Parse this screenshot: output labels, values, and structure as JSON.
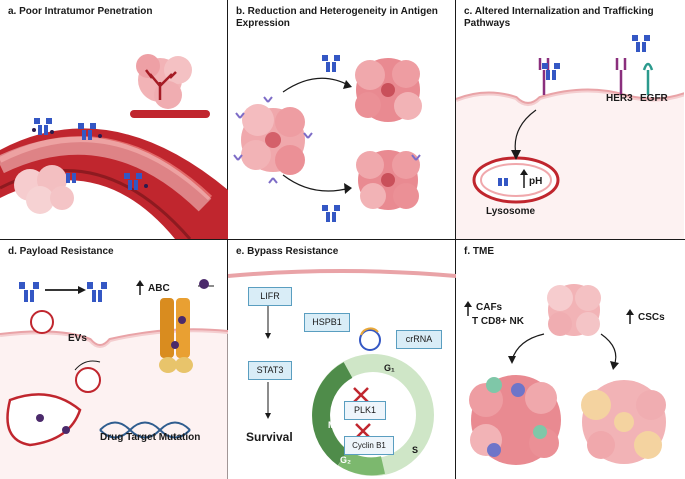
{
  "panels": {
    "a": {
      "title": "a. Poor Intratumor Penetration"
    },
    "b": {
      "title": "b. Reduction and Heterogeneity in Antigen Expression"
    },
    "c": {
      "title": "c. Altered Internalization and Trafficking Pathways",
      "labels": {
        "her3": "HER3",
        "egfr": "EGFR",
        "ph": "pH",
        "lysosome": "Lysosome"
      }
    },
    "d": {
      "title": "d. Payload Resistance",
      "labels": {
        "abc": "ABC",
        "evs": "EVs",
        "mutation": "Drug Target Mutation"
      }
    },
    "e": {
      "title": "e. Bypass Resistance",
      "labels": {
        "lifr": "LIFR",
        "stat3": "STAT3",
        "survival": "Survival",
        "hspb1": "HSPB1",
        "crrna": "crRNA",
        "plk1": "PLK1",
        "cyclin": "Cyclin B1",
        "g1": "G₁",
        "g2": "G₂",
        "m": "M",
        "s": "S"
      }
    },
    "f": {
      "title": "f. TME",
      "labels": {
        "cafs": "CAFs",
        "tcells": "T CD8+ NK",
        "cscs": "CSCs"
      }
    }
  },
  "colors": {
    "vessel": "#c0262e",
    "vessel_light": "#e26a6a",
    "tumor": "#e8838a",
    "tumor_light": "#f4b6b9",
    "box_fill": "#d9edf7",
    "box_border": "#5a9ec0",
    "cycle_dark": "#4f8c4a",
    "cycle_light": "#cfe6c7",
    "transporter": "#d98c1f",
    "antibody": "#4a5fb0",
    "payload": "#4b2a6b"
  },
  "icons": [
    "antibody-drug-conjugate-icon",
    "blood-vessel-icon",
    "tumor-cell-icon",
    "receptor-icon",
    "lysosome-icon",
    "dna-helix-icon",
    "abc-transporter-icon",
    "cell-cycle-icon",
    "cross-mark-icon",
    "up-arrow-icon"
  ]
}
